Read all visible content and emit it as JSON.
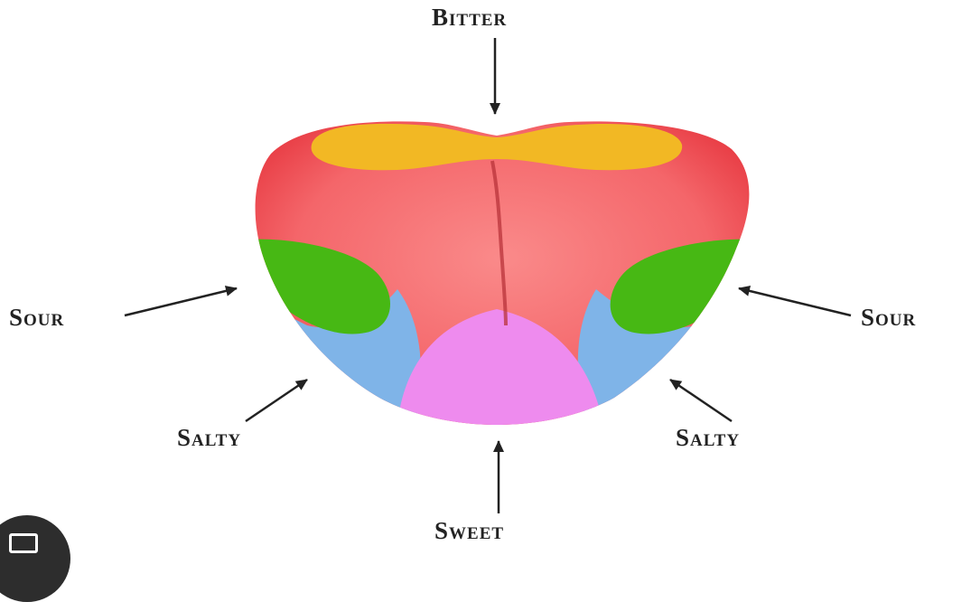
{
  "labels": {
    "bitter": "Bitter",
    "sour_left": "Sour",
    "sour_right": "Sour",
    "salty_left": "Salty",
    "salty_right": "Salty",
    "sweet": "Sweet"
  },
  "colors": {
    "tongue": "#f0575b",
    "tongue_center": "#f77c7c",
    "bitter": "#f2b824",
    "sour": "#47b814",
    "salty": "#7fb4e8",
    "sweet": "#ee8bee",
    "arrow": "#222222"
  },
  "icons": {
    "corner_badge": "camera-icon"
  }
}
